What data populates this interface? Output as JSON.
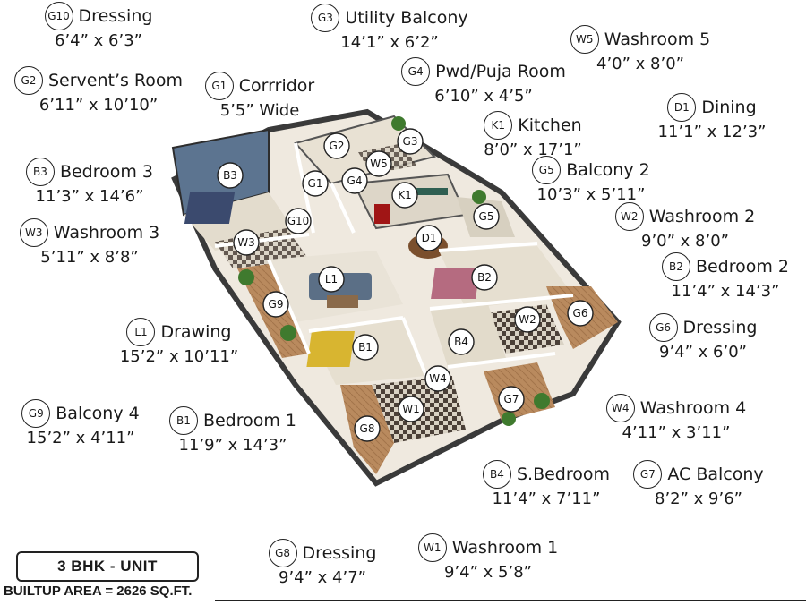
{
  "unit_title": "3 BHK - UNIT",
  "builtup_area": "BUILTUP AREA = 2626 SQ.FT.",
  "labels": [
    {
      "code": "G10",
      "name": "Dressing",
      "dim": "6’4” x 6’3”"
    },
    {
      "code": "G2",
      "name": "Servent’s Room",
      "dim": "6’11” x 10’10”"
    },
    {
      "code": "G1",
      "name": "Corrridor",
      "dim": "5’5” Wide"
    },
    {
      "code": "G3",
      "name": "Utility Balcony",
      "dim": "14’1” x 6’2”"
    },
    {
      "code": "G4",
      "name": "Pwd/Puja Room",
      "dim": "6’10” x 4’5”"
    },
    {
      "code": "W5",
      "name": "Washroom 5",
      "dim": "4’0” x 8’0”"
    },
    {
      "code": "D1",
      "name": "Dining",
      "dim": "11’1” x 12’3”"
    },
    {
      "code": "K1",
      "name": "Kitchen",
      "dim": "8’0” x 17’1”"
    },
    {
      "code": "B3",
      "name": "Bedroom 3",
      "dim": "11’3” x 14’6”"
    },
    {
      "code": "G5",
      "name": "Balcony 2",
      "dim": "10’3” x 5’11”"
    },
    {
      "code": "W2",
      "name": "Washroom 2",
      "dim": "9’0” x 8’0”"
    },
    {
      "code": "W3",
      "name": "Washroom 3",
      "dim": "5’11” x 8’8”"
    },
    {
      "code": "B2",
      "name": "Bedroom 2",
      "dim": "11’4” x 14’3”"
    },
    {
      "code": "G6",
      "name": "Dressing",
      "dim": "9’4” x 6’0”"
    },
    {
      "code": "L1",
      "name": "Drawing",
      "dim": "15’2” x 10’11”"
    },
    {
      "code": "W4",
      "name": "Washroom 4",
      "dim": "4’11” x 3’11”"
    },
    {
      "code": "G9",
      "name": "Balcony 4",
      "dim": "15’2” x 4’11”"
    },
    {
      "code": "B1",
      "name": "Bedroom 1",
      "dim": "11’9” x 14’3”"
    },
    {
      "code": "B4",
      "name": "S.Bedroom",
      "dim": "11’4” x 7’11”"
    },
    {
      "code": "G7",
      "name": "AC Balcony",
      "dim": "8’2” x 9’6”"
    },
    {
      "code": "G8",
      "name": "Dressing",
      "dim": "9’4” x 4’7”"
    },
    {
      "code": "W1",
      "name": "Washroom 1",
      "dim": "9’4” x 5’8”"
    }
  ],
  "plan_markers": [
    "G2",
    "G3",
    "W5",
    "B3",
    "G1",
    "G4",
    "K1",
    "G10",
    "W3",
    "D1",
    "G5",
    "L1",
    "B2",
    "G9",
    "W2",
    "G6",
    "B1",
    "B4",
    "W4",
    "G7",
    "W1",
    "G8"
  ]
}
